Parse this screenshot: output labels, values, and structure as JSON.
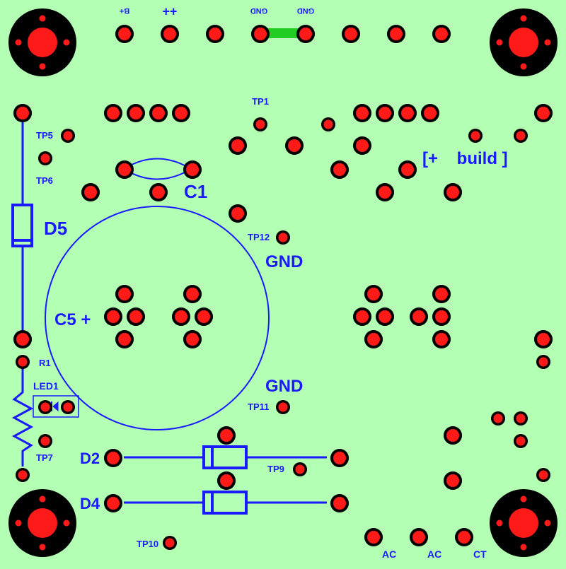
{
  "colors": {
    "board": "#b3ffb3",
    "silkscreen": "#1a1aff",
    "pad_ring": "#000000",
    "pad_core": "#ff1a1a",
    "jumper": "#22cc22"
  },
  "labels": {
    "b_plus": "B+",
    "plus_plus": "++",
    "gnd_top_1": "GND",
    "gnd_top_2": "GND",
    "tp1": "TP1",
    "tp5": "TP5",
    "tp6": "TP6",
    "build": "[+    build ]",
    "c1": "C1",
    "d5": "D5",
    "tp12": "TP12",
    "gnd_upper": "GND",
    "c5": "C5 +",
    "r1": "R1",
    "led1": "LED1",
    "gnd_lower": "GND",
    "tp11": "TP11",
    "tp7": "TP7",
    "d2": "D2",
    "tp9": "TP9",
    "d4": "D4",
    "tp10": "TP10",
    "ac1": "AC",
    "ac2": "AC",
    "ct": "CT"
  },
  "components": {
    "mounting_holes": "mounting-hole",
    "capacitor_c5": "electrolytic-capacitor",
    "capacitor_c1": "capacitor",
    "diodes": [
      "D5",
      "D2",
      "D4"
    ],
    "resistor": "R1",
    "led": "LED1",
    "jumper": "gnd-jumper"
  }
}
